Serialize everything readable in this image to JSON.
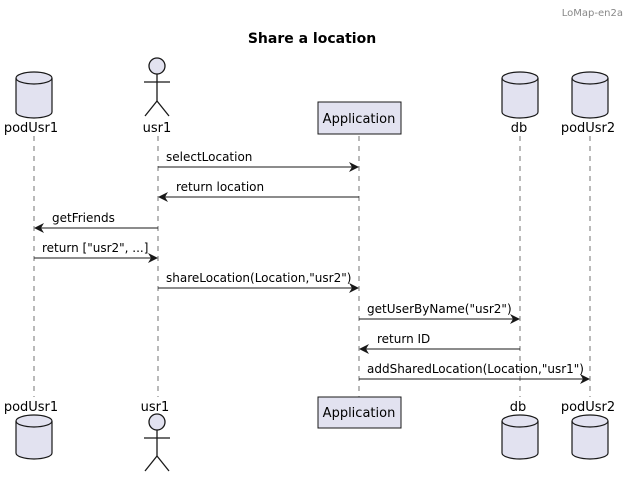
{
  "header": {
    "label": "LoMap-en2a"
  },
  "diagram": {
    "title": "Share a location",
    "participants": {
      "pod1": {
        "label": "podUsr1",
        "shape": "database"
      },
      "usr1": {
        "label": "usr1",
        "shape": "actor"
      },
      "app": {
        "label": "Application",
        "shape": "box"
      },
      "db": {
        "label": "db",
        "shape": "database"
      },
      "pod2": {
        "label": "podUsr2",
        "shape": "database"
      }
    },
    "messages": [
      {
        "from": "usr1",
        "to": "app",
        "label": "selectLocation",
        "style": "solid"
      },
      {
        "from": "app",
        "to": "usr1",
        "label": "return location",
        "style": "solid"
      },
      {
        "from": "usr1",
        "to": "pod1",
        "label": "getFriends",
        "style": "solid"
      },
      {
        "from": "pod1",
        "to": "usr1",
        "label": "return [\"usr2\", ...]",
        "style": "solid"
      },
      {
        "from": "usr1",
        "to": "app",
        "label": "shareLocation(Location,\"usr2\")",
        "style": "solid"
      },
      {
        "from": "app",
        "to": "db",
        "label": "getUserByName(\"usr2\")",
        "style": "solid"
      },
      {
        "from": "db",
        "to": "app",
        "label": "return ID",
        "style": "solid"
      },
      {
        "from": "app",
        "to": "pod2",
        "label": "addSharedLocation(Location,\"usr1\")",
        "style": "solid"
      }
    ],
    "colors": {
      "participant_fill": "#e2e2f0",
      "participant_stroke": "#181818",
      "lifeline": "#181818",
      "arrow": "#181818",
      "header_text": "#888888"
    }
  }
}
